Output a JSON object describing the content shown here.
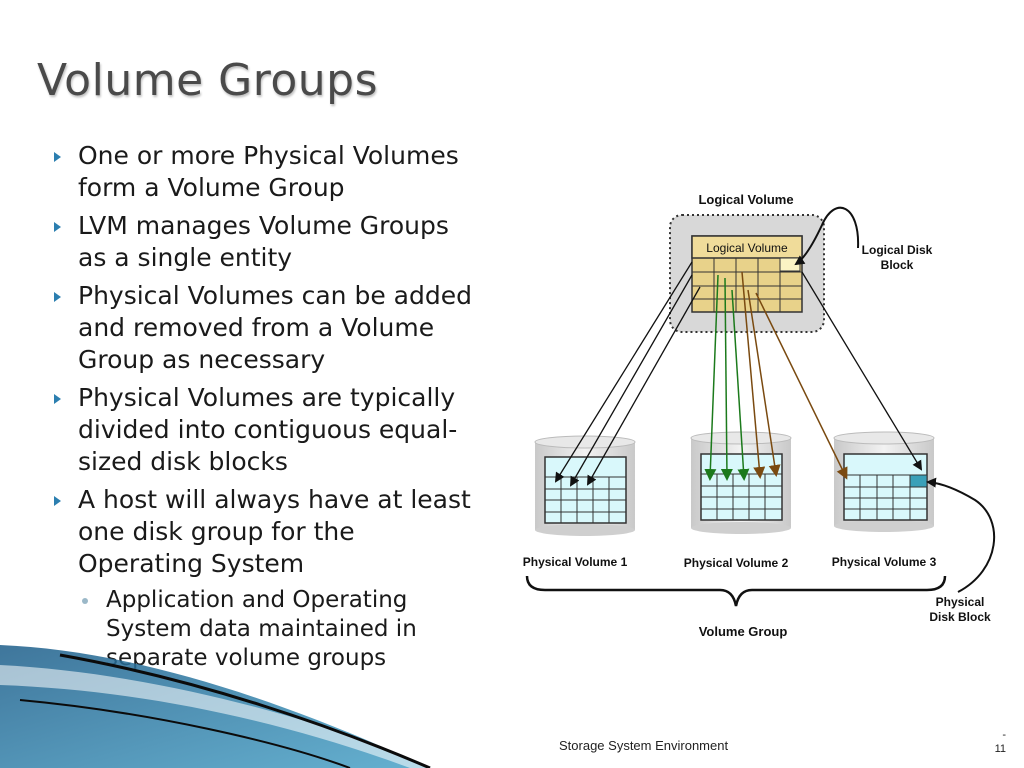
{
  "slide": {
    "title": "Volume Groups",
    "bullets": [
      "One or more Physical Volumes form a Volume Group",
      "LVM manages Volume Groups as a single entity",
      "Physical Volumes can be added and removed from a Volume Group as necessary",
      "Physical Volumes are typically divided into contiguous equal-sized disk blocks",
      "A host will always have at least one disk group for the Operating System"
    ],
    "sub_bullets": [
      "Application and Operating System data maintained in separate volume groups"
    ]
  },
  "diagram": {
    "logical_volume_title": "Logical Volume",
    "logical_volume_inner": "Logical Volume",
    "logical_disk_block": [
      "Logical Disk",
      "Block"
    ],
    "physical_volumes": [
      "Physical Volume 1",
      "Physical Volume 2",
      "Physical Volume 3"
    ],
    "physical_disk_block": [
      "Physical",
      "Disk Block"
    ],
    "volume_group": "Volume Group"
  },
  "footer": {
    "center": "Storage System Environment",
    "page": [
      "-",
      "11"
    ]
  },
  "colors": {
    "title": "#4a4a4a",
    "bullet_arrow": "#2c7fb0",
    "lv_block": "#e8d28a",
    "pv_block": "#d9f8fb",
    "disk_body": "#e6e6e6",
    "arrow_black": "#111111",
    "arrow_green": "#1c7a1c",
    "arrow_brown": "#7a4a10",
    "highlight_block": "#3aa0b8",
    "swoosh": "#1d5e8a"
  }
}
